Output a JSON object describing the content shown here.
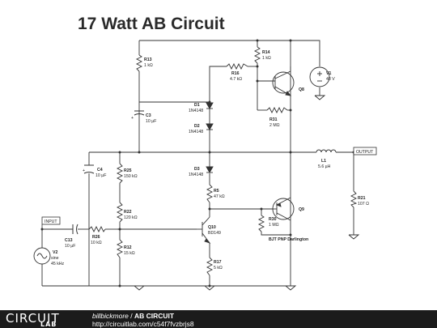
{
  "title": "17 Watt AB Circuit",
  "components": {
    "R13": [
      "R13",
      "1 kΩ"
    ],
    "R14": [
      "R14",
      "1 kΩ"
    ],
    "R16": [
      "R16",
      "4.7 kΩ"
    ],
    "R31": [
      "R31",
      "2 MΩ"
    ],
    "C3": [
      "C3",
      "10 µF"
    ],
    "D1": [
      "D1",
      "1N4148"
    ],
    "D2": [
      "D2",
      "1N4148"
    ],
    "D3": [
      "D3",
      "1N4148"
    ],
    "C4": [
      "C4",
      "10 µF"
    ],
    "R25": [
      "R25",
      "150 kΩ"
    ],
    "R22": [
      "R22",
      "120 kΩ"
    ],
    "R26": [
      "R26",
      "10 kΩ"
    ],
    "C13": [
      "C13",
      "10 µF"
    ],
    "R12": [
      "R12",
      "15 kΩ"
    ],
    "R5": [
      "R5",
      "47 kΩ"
    ],
    "Q10": [
      "Q10",
      "BD149"
    ],
    "R17": [
      "R17",
      "5 kΩ"
    ],
    "R30": [
      "R30",
      "1 MΩ"
    ],
    "V1": [
      "V1",
      "48 V"
    ],
    "L1": [
      "L1",
      "5.6 µH"
    ],
    "R21": [
      "R21",
      "107 Ω"
    ],
    "V2": [
      "V2",
      "sine",
      "45 kHz"
    ]
  },
  "labels": {
    "Q8": "Q8",
    "Q9": "Q9",
    "bjt_note": "BJT PNP Darlington",
    "input_tag": "INPUT",
    "output_tag": "OUTPUT",
    "plus": "+"
  },
  "footer": {
    "logo_top": "CIRCUIT",
    "logo_bottom": "LAB",
    "author": "billbickmore",
    "separator": " / ",
    "project": "AB CIRCUIT",
    "url": "http://circuitlab.com/c54f7fvzbrjs8"
  },
  "colors": {
    "wire": "#333333",
    "footer_bg": "#1b1b1b"
  }
}
